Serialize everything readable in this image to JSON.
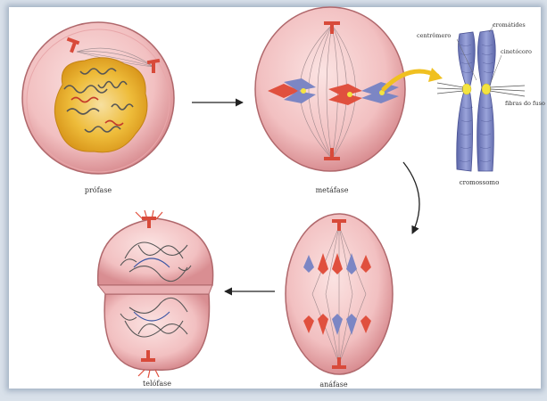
{
  "labels": {
    "prophase": "prófase",
    "metaphase": "metáfase",
    "anaphase": "anáfase",
    "telophase": "telófase",
    "chromosome": "cromossomo",
    "chromatids": "cromátides",
    "centromere": "centrômero",
    "kinetochore": "cinetócoro",
    "spindle_fibers": "fibras do fuso"
  },
  "colors": {
    "cell_fill": "#f2c2c3",
    "cell_edge": "#b0686c",
    "nucleus": "#e9a820",
    "chromosome_blue": "#7c86c4",
    "chromosome_red": "#e0503e",
    "centromere_yellow": "#f3e341",
    "arrow": "#222222"
  },
  "icons": {
    "cycle_arrow": "arrow-right-icon",
    "curved_arrow": "arrow-curve-icon"
  }
}
